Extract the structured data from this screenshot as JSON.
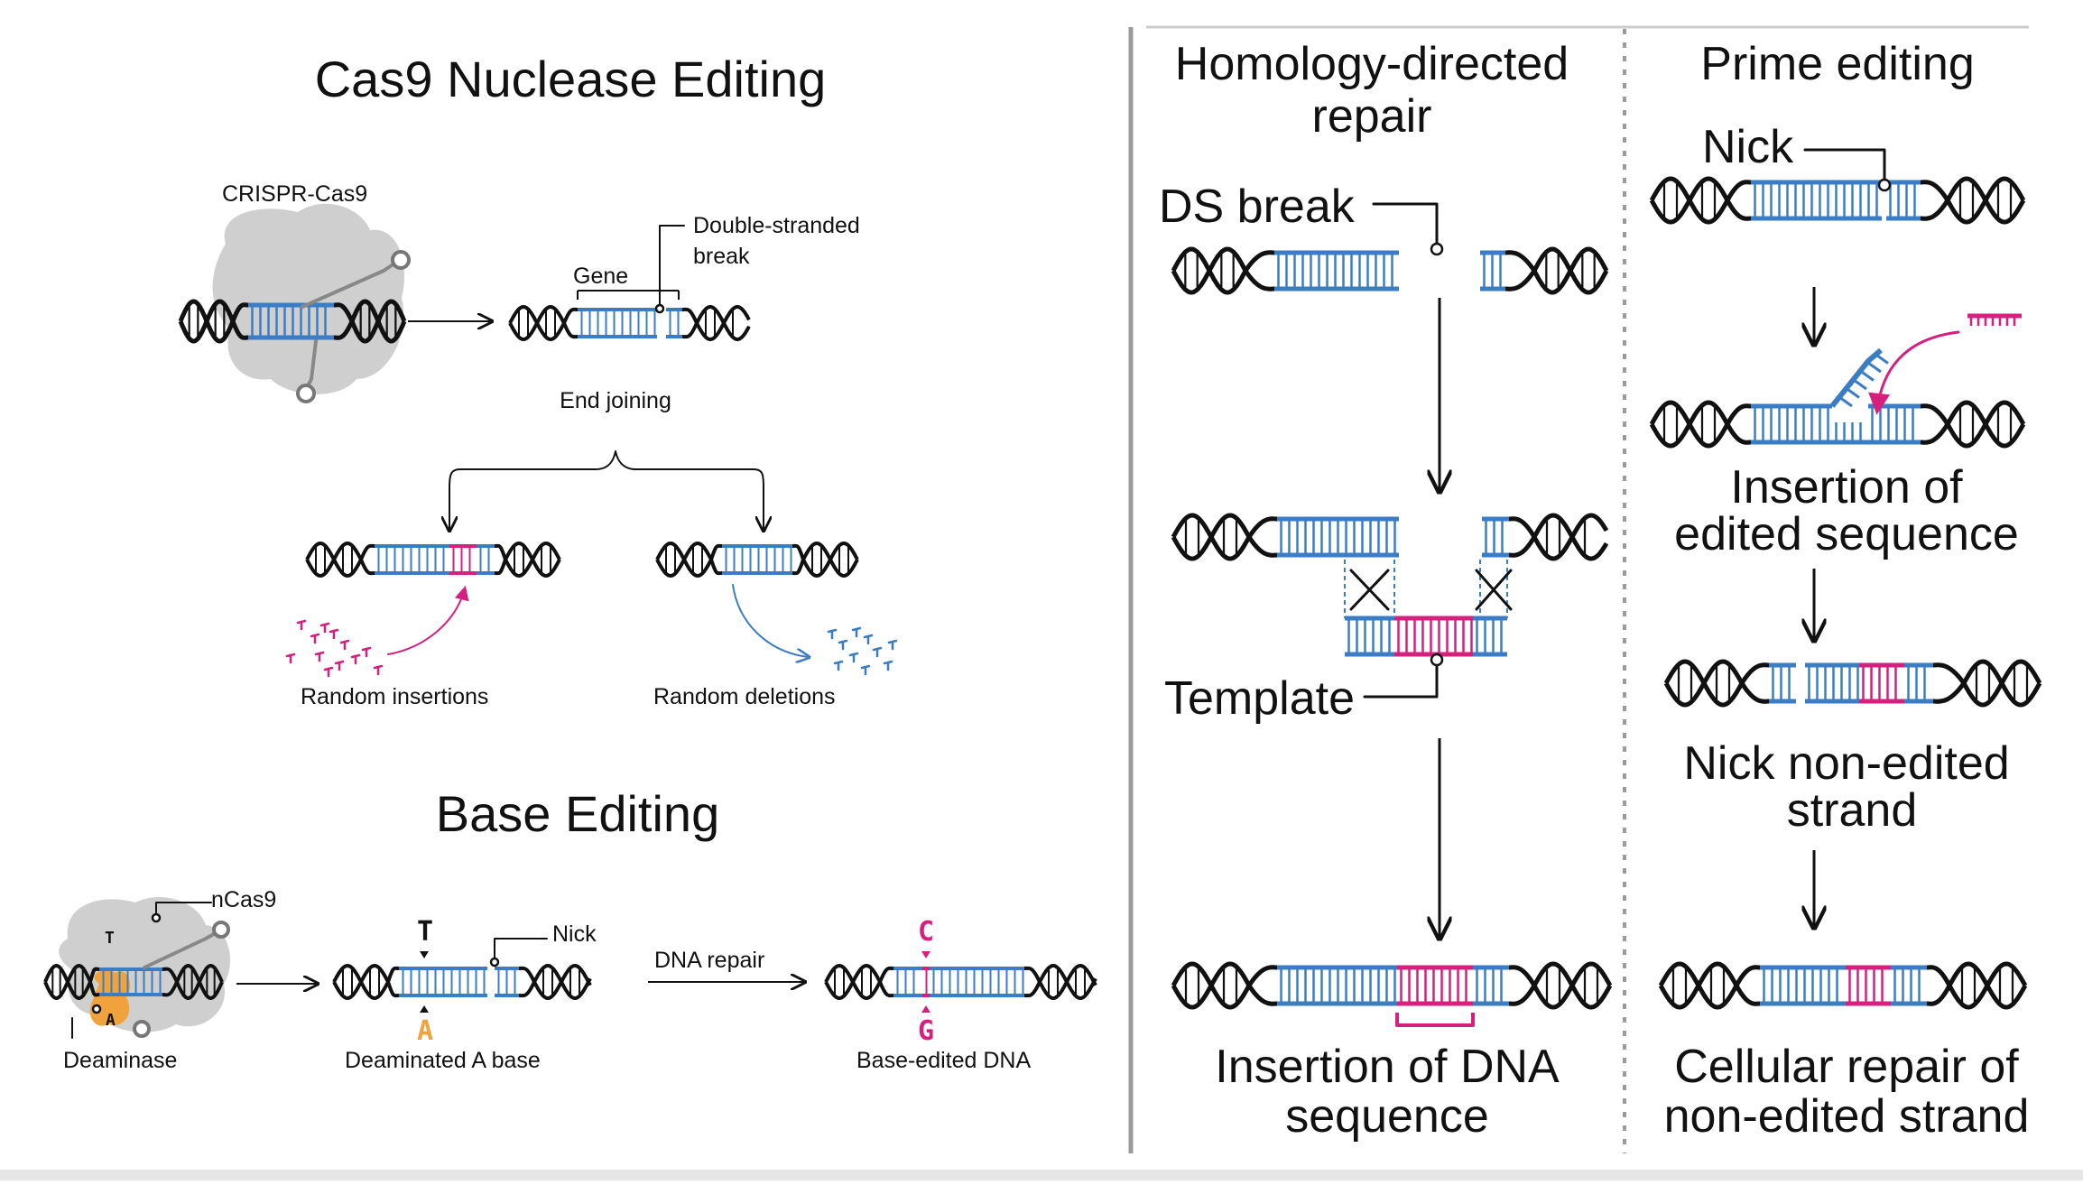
{
  "colors": {
    "dna_blue": "#3b7dc4",
    "edit_magenta": "#d6207d",
    "deaminase_orange": "#f0a23c",
    "protein_gray": "#cfcfcf",
    "strand_black": "#111111",
    "divider_gray": "#9a9a9a"
  },
  "left": {
    "nuclease": {
      "title": "Cas9 Nuclease Editing",
      "crispr_label": "CRISPR-Cas9",
      "gene_label": "Gene",
      "break_label_line1": "Double-stranded",
      "break_label_line2": "break",
      "end_joining": "End joining",
      "random_insertions": "Random insertions",
      "random_deletions": "Random deletions"
    },
    "base": {
      "title": "Base Editing",
      "ncas9_label": "nCas9",
      "deaminase_label": "Deaminase",
      "deaminated_label": "Deaminated A base",
      "nick_label": "Nick",
      "dna_repair_label": "DNA repair",
      "base_edited_label": "Base-edited DNA",
      "base_t": "T",
      "base_a": "A",
      "base_c": "C",
      "base_g": "G"
    }
  },
  "right": {
    "hdr": {
      "title_line1": "Homology-directed",
      "title_line2": "repair",
      "ds_break": "DS break",
      "template": "Template",
      "result_line1": "Insertion of DNA",
      "result_line2": "sequence"
    },
    "prime": {
      "title": "Prime editing",
      "nick": "Nick",
      "insertion_line1": "Insertion of",
      "insertion_line2": "edited sequence",
      "nick_nonedited_line1": "Nick non-edited",
      "nick_nonedited_line2": "strand",
      "cellular_line1": "Cellular repair of",
      "cellular_line2": "non-edited strand"
    }
  }
}
